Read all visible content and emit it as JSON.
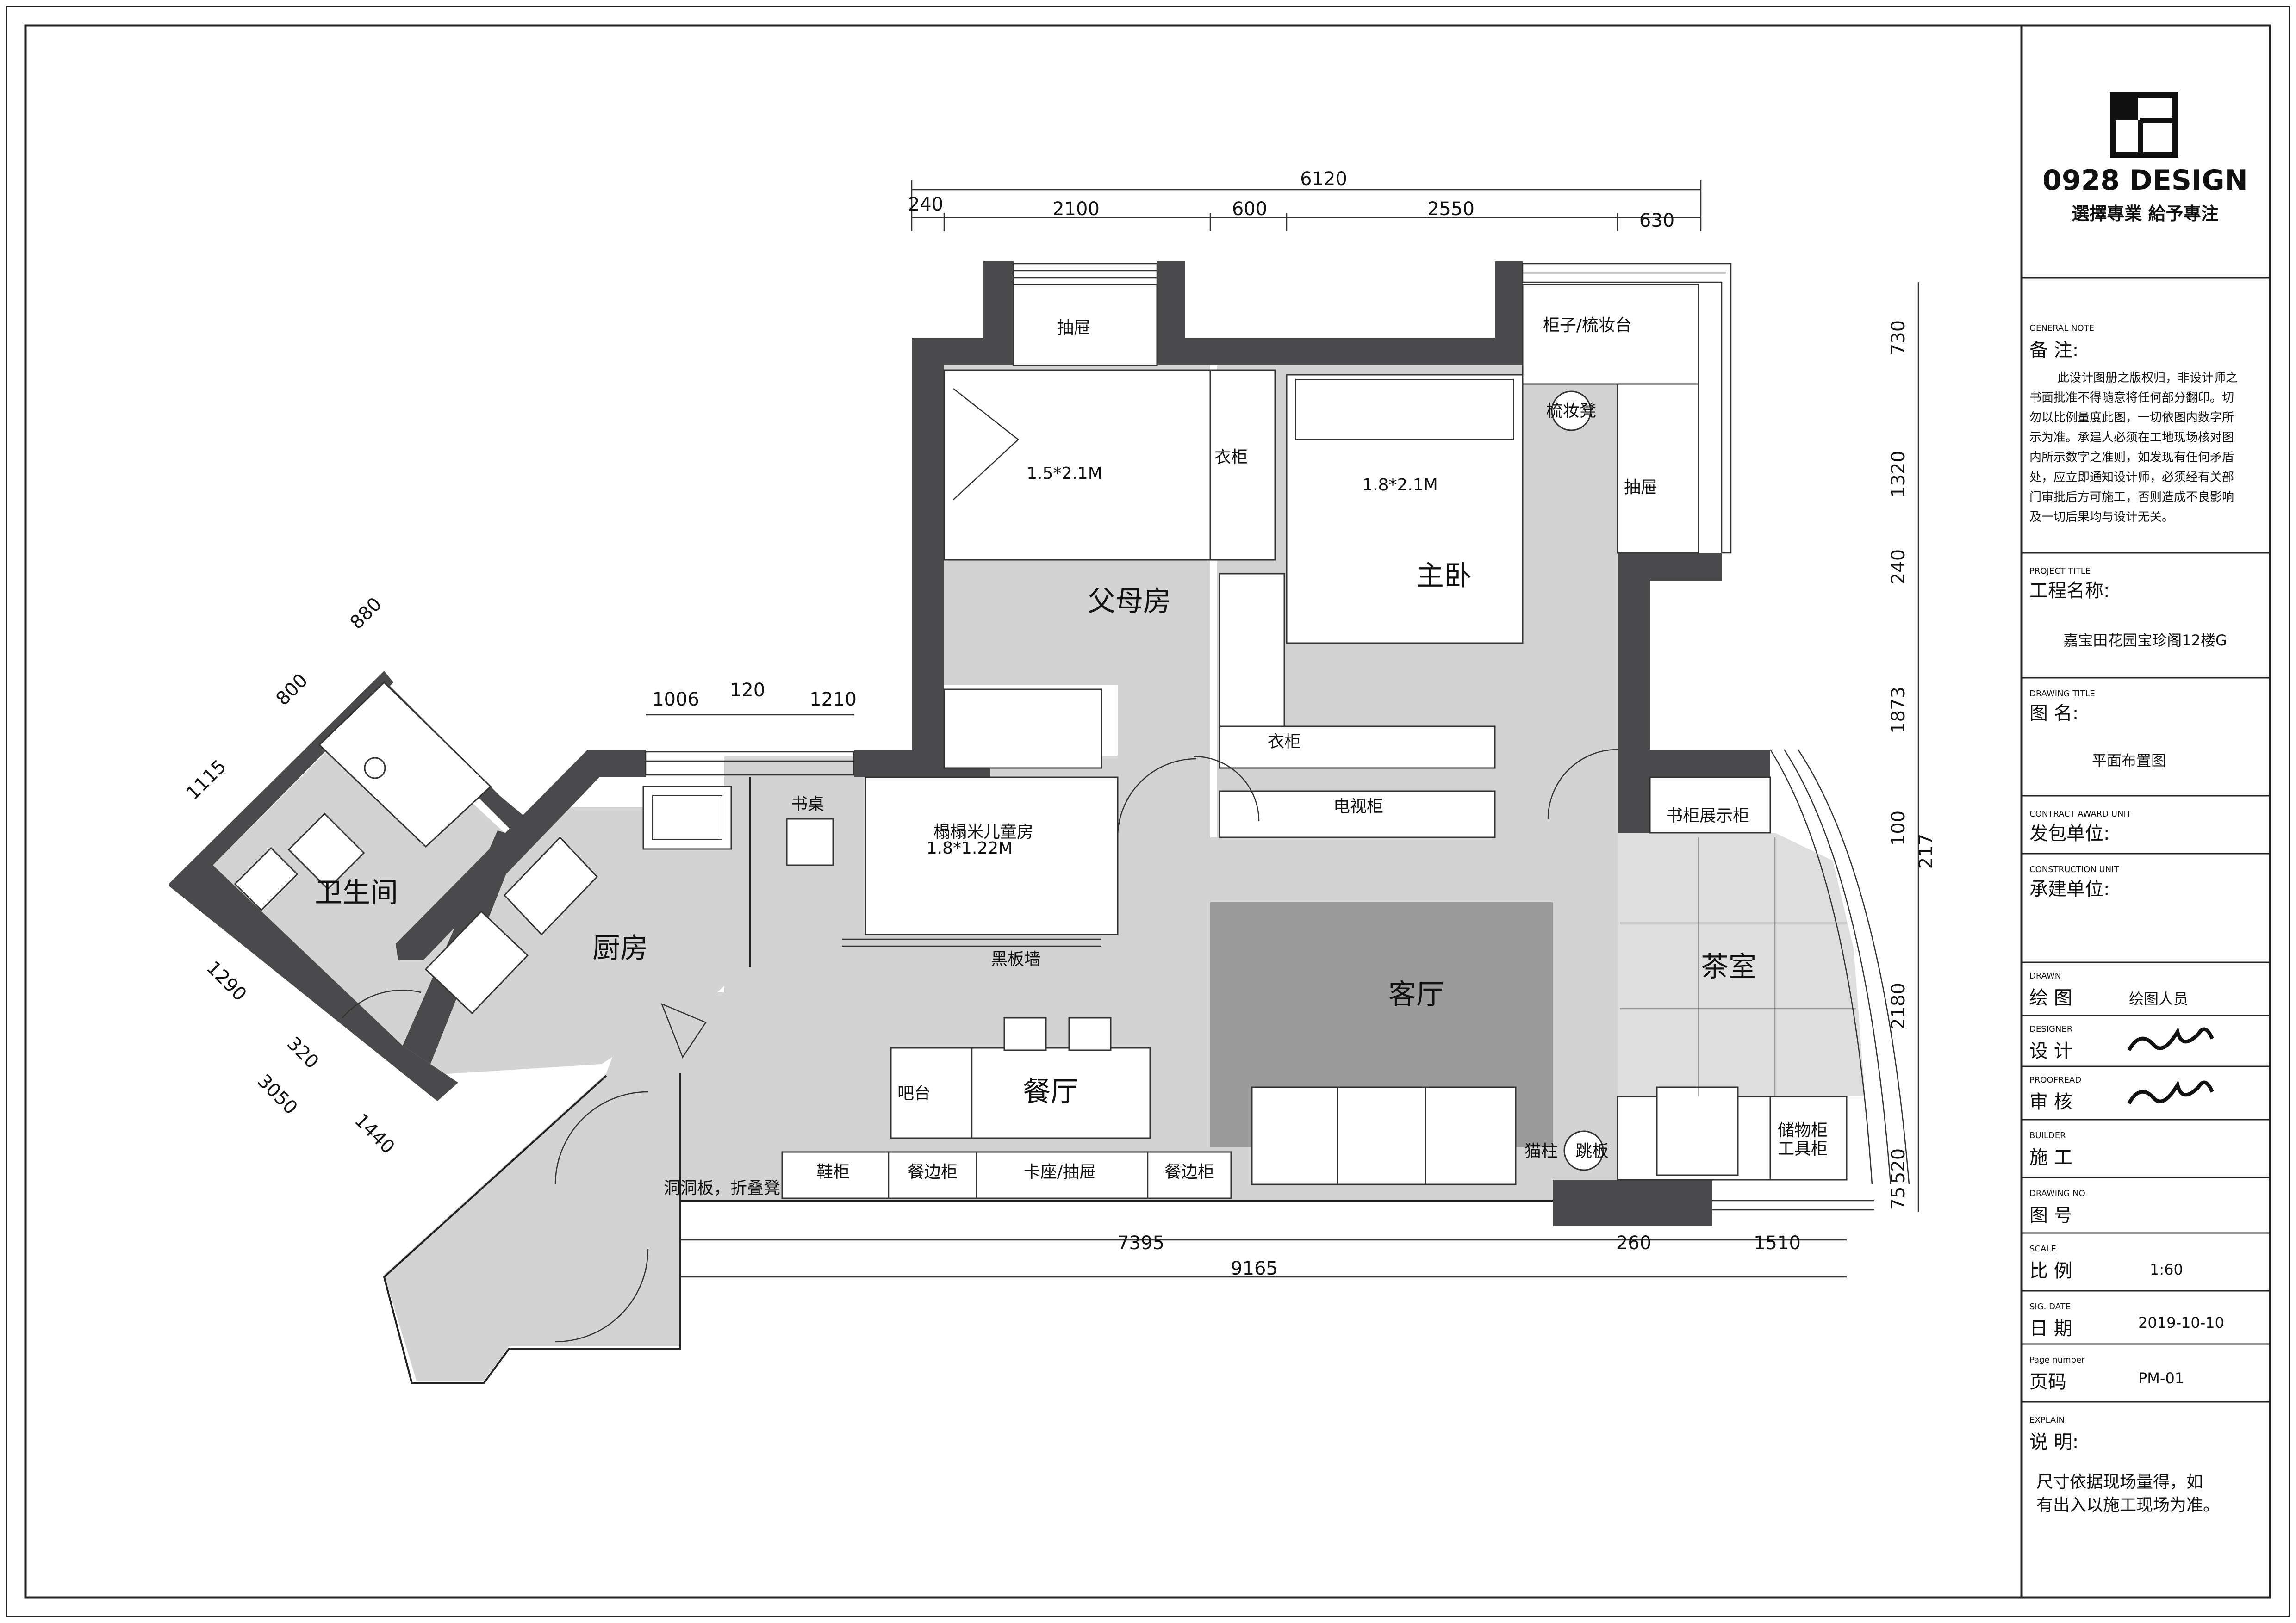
{
  "brand": {
    "name": "0928 DESIGN",
    "slogan": "選擇專業  給予專注"
  },
  "title_block": {
    "general_note_en": "GENERAL NOTE",
    "general_note_cn": "备 注:",
    "note_lines": [
      "此设计图册之版权归，非设计师之",
      "书面批准不得随意将任何部分翻印。切",
      "勿以比例量度此图，一切依图内数字所",
      "示为准。承建人必须在工地现场核对图",
      "内所示数字之准则，如发现有任何矛盾",
      "处，应立即通知设计师，必须经有关部",
      "门审批后方可施工，否则造成不良影响",
      "及一切后果均与设计无关。"
    ],
    "project_title_en": "PROJECT TITLE",
    "project_title_cn": "工程名称:",
    "project_title_value": "嘉宝田花园宝珍阁12楼G",
    "drawing_title_en": "DRAWING TITLE",
    "drawing_title_cn": "图 名:",
    "drawing_title_value": "平面布置图",
    "contract_en": "CONTRACT AWARD UNIT",
    "contract_cn": "发包单位:",
    "construction_en": "CONSTRUCTION UNIT",
    "construction_cn": "承建单位:",
    "drawn_en": "DRAWN",
    "drawn_cn": "绘 图",
    "drawn_value": "绘图人员",
    "designer_en": "DESIGNER",
    "designer_cn": "设 计",
    "proofread_en": "PROOFREAD",
    "proofread_cn": "审 核",
    "builder_en": "BUILDER",
    "builder_cn": "施 工",
    "drawing_no_en": "DRAWING NO",
    "drawing_no_cn": "图 号",
    "scale_en": "SCALE",
    "scale_cn": "比 例",
    "scale_value": "1:60",
    "date_en": "SIG. DATE",
    "date_cn": "日 期",
    "date_value": "2019-10-10",
    "page_en": "Page number",
    "page_cn": "页码",
    "page_value": "PM-01",
    "explain_en": "EXPLAIN",
    "explain_cn": "说 明:",
    "explain_lines": [
      "尺寸依据现场量得，如",
      "有出入以施工现场为准。"
    ]
  },
  "rooms": {
    "bathroom": "卫生间",
    "kitchen": "厨房",
    "parents_room": "父母房",
    "master_bedroom": "主卧",
    "kids_room": "榻榻米儿童房",
    "kids_bed": "1.8*1.22M",
    "living_room": "客厅",
    "dining_room": "餐厅",
    "tea_room": "茶室"
  },
  "furniture": {
    "drawer_top_left": "抽屉",
    "cabinet_dresser": "柜子/梳妆台",
    "dresser_stool": "梳妆凳",
    "drawer_right": "抽屉",
    "bed_parents": "1.5*2.1M",
    "wardrobe_mid": "衣柜",
    "bed_master": "1.8*2.1M",
    "wardrobe_lower": "衣柜",
    "tv_cabinet": "电视柜",
    "desk": "书桌",
    "blackboard_wall": "黑板墙",
    "bookshelf": "书柜展示柜",
    "bar": "吧台",
    "storage_line1": "储物柜",
    "storage_line2": "工具柜",
    "cat_post": "猫柱",
    "jump_board": "跳板",
    "shoe_cabinet": "鞋柜",
    "sideboard_left": "餐边柜",
    "booth": "卡座/抽屉",
    "sideboard_right": "餐边柜",
    "pegboard": "洞洞板，折叠凳"
  },
  "dimensions": {
    "top_total": "6120",
    "top_segments": [
      "240",
      "2100",
      "600",
      "2550",
      "630"
    ],
    "right_segments": [
      "730",
      "1320",
      "240",
      "1873",
      "100",
      "217",
      "2180",
      "520",
      "75"
    ],
    "bottom_segments": [
      "7395",
      "260",
      "1510"
    ],
    "bottom_total": "9165",
    "kitchen_top": [
      "1006",
      "120",
      "1210"
    ],
    "bath_top": [
      "1115",
      "800",
      "880"
    ],
    "bath_left": [
      "1290",
      "320",
      "3050",
      "1440"
    ]
  }
}
